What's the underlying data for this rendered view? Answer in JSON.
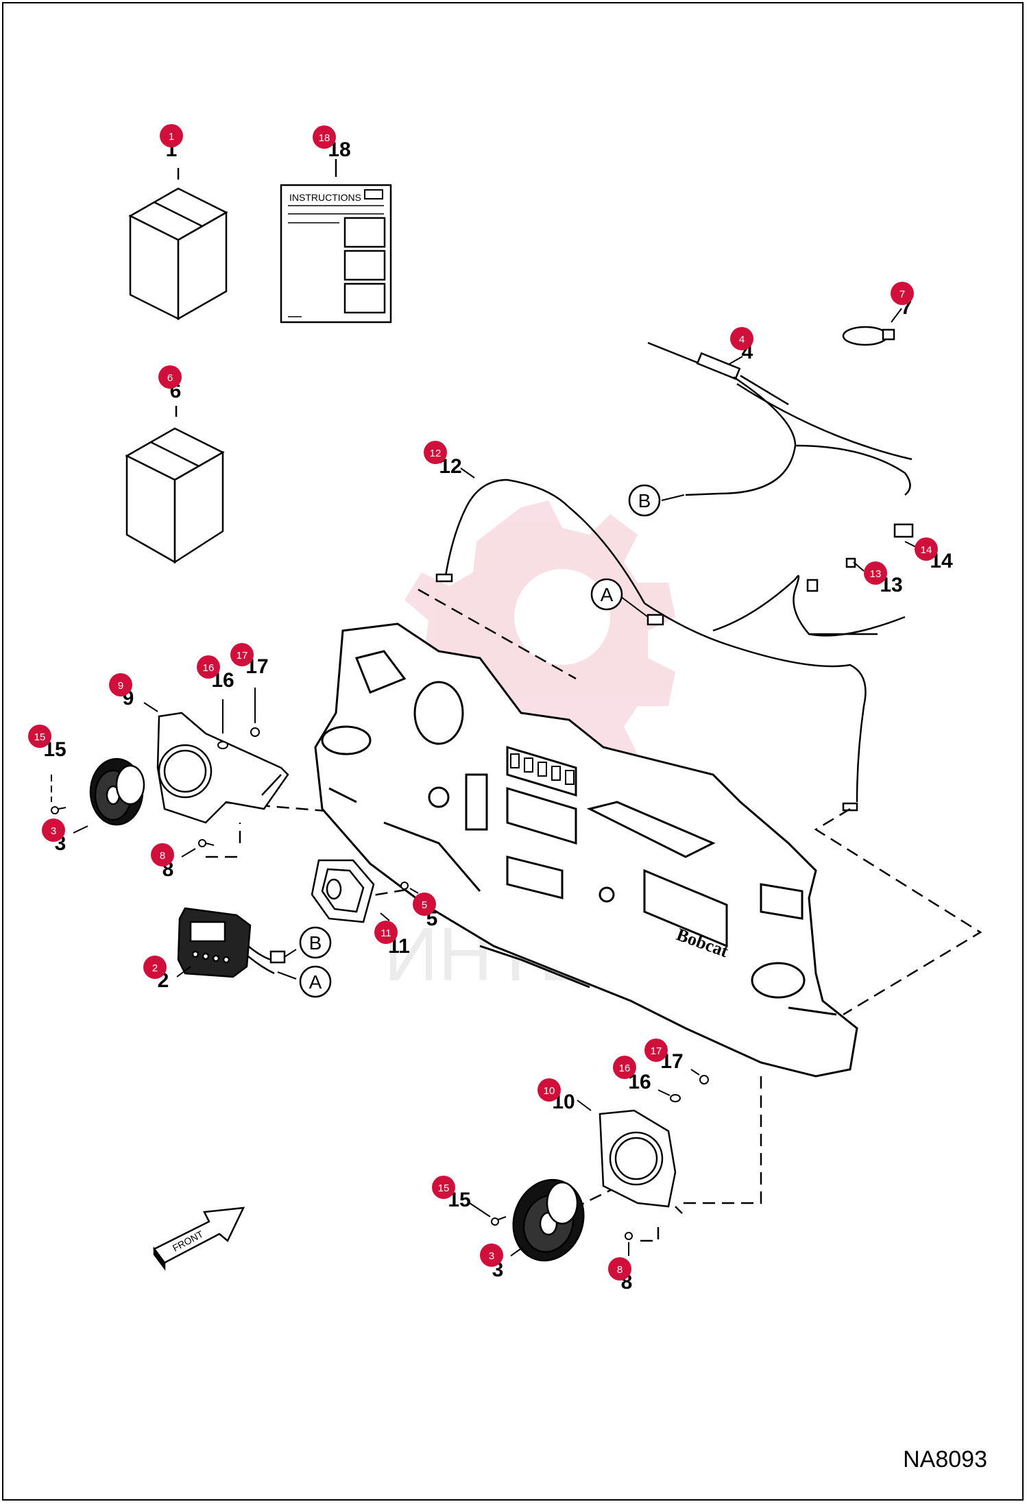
{
  "figure_id": "NA8093",
  "instructions_label": "INSTRUCTIONS",
  "front_label": "FRONT",
  "brand_label": "Bobcat",
  "watermark_text": "ИНТЕХ",
  "accent_color": "#d0103a",
  "connector_refs": [
    "A",
    "B"
  ],
  "callouts": [
    {
      "id": "c1",
      "number": "1",
      "label": "1"
    },
    {
      "id": "c18",
      "number": "18",
      "label": "18"
    },
    {
      "id": "c6",
      "number": "6",
      "label": "6"
    },
    {
      "id": "c7",
      "number": "7",
      "label": "7"
    },
    {
      "id": "c4",
      "number": "4",
      "label": "4"
    },
    {
      "id": "c12",
      "number": "12",
      "label": "12"
    },
    {
      "id": "c14",
      "number": "14",
      "label": "14"
    },
    {
      "id": "c13",
      "number": "13",
      "label": "13"
    },
    {
      "id": "c9",
      "number": "9",
      "label": "9"
    },
    {
      "id": "c16a",
      "number": "16",
      "label": "16"
    },
    {
      "id": "c17a",
      "number": "17",
      "label": "17"
    },
    {
      "id": "c15a",
      "number": "15",
      "label": "15"
    },
    {
      "id": "c3a",
      "number": "3",
      "label": "3"
    },
    {
      "id": "c8a",
      "number": "8",
      "label": "8"
    },
    {
      "id": "c5",
      "number": "5",
      "label": "5"
    },
    {
      "id": "c11",
      "number": "11",
      "label": "11"
    },
    {
      "id": "c2",
      "number": "2",
      "label": "2"
    },
    {
      "id": "c17b",
      "number": "17",
      "label": "17"
    },
    {
      "id": "c16b",
      "number": "16",
      "label": "16"
    },
    {
      "id": "c10",
      "number": "10",
      "label": "10"
    },
    {
      "id": "c15b",
      "number": "15",
      "label": "15"
    },
    {
      "id": "c3b",
      "number": "3",
      "label": "3"
    },
    {
      "id": "c8b",
      "number": "8",
      "label": "8"
    }
  ]
}
